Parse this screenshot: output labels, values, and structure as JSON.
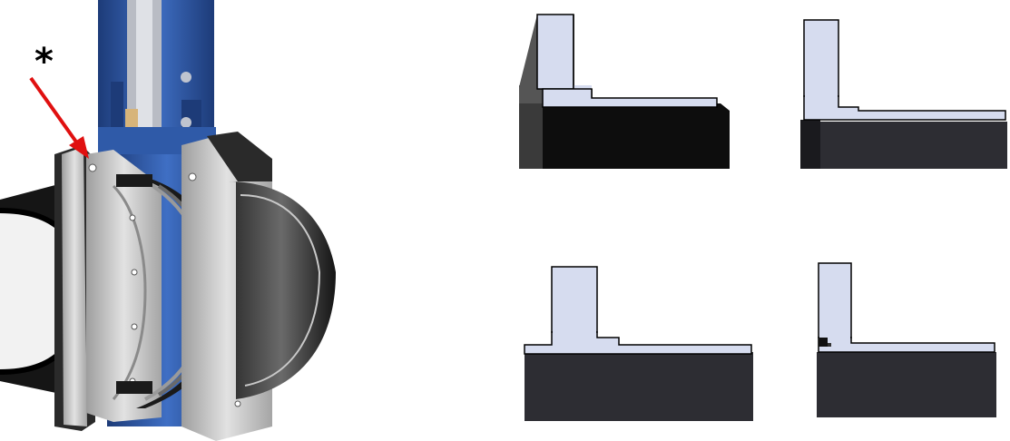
{
  "callout": {
    "marker": "*",
    "arrow_color": "#e01010"
  },
  "colors": {
    "valve_body": "#2f5aa8",
    "valve_body_dark": "#1d3b78",
    "flange": "#c9c9c9",
    "pipe_outer": "#111111",
    "pipe_inner": "#4a4a4a",
    "seat_profile": "#d6dcef",
    "seat_outline": "#000000",
    "liner": "#e4e7f3"
  },
  "details": [
    {
      "id": "detail-top-left",
      "variant": "chamfered-wall"
    },
    {
      "id": "detail-top-right",
      "variant": "flush-wall"
    },
    {
      "id": "detail-bottom-left",
      "variant": "step-profile"
    },
    {
      "id": "detail-bottom-right",
      "variant": "with-seal"
    }
  ]
}
